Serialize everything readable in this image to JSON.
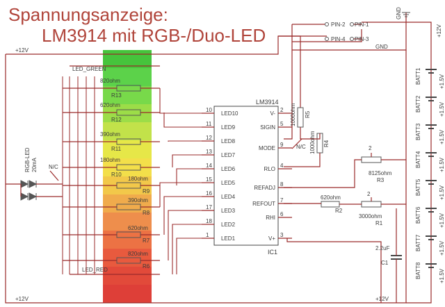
{
  "title": {
    "line1": "Spannungsanzeige:",
    "line2": "LM3914 mit RGB-/Duo-LED"
  },
  "colors": {
    "wire": "#9a2a2a",
    "title": "#b0443a",
    "band": [
      "#46c43c",
      "#5cd24a",
      "#78d94a",
      "#9cdd48",
      "#c2e24a",
      "#e6e748",
      "#f3df4a",
      "#f2c84a",
      "#f0ab4c",
      "#ee8e4c",
      "#ec7244",
      "#e85a3e",
      "#e24a3a",
      "#de3f38"
    ]
  },
  "rails": {
    "top_left": "+12V",
    "bottom_left": "+12V",
    "bottom_right": "+12V",
    "gnd_top": "GND",
    "gnd_right": "GND",
    "vplus_right": "+12V"
  },
  "led_labels": {
    "green": "LED_GREEN",
    "red": "LED_RED"
  },
  "rgb_led": {
    "name": "RGB-LED",
    "current": "20mA",
    "nc": "N/C"
  },
  "resistors": [
    {
      "value": "820ohm",
      "name": "R13"
    },
    {
      "value": "620ohm",
      "name": "R12"
    },
    {
      "value": "390ohm",
      "name": "R11"
    },
    {
      "value": "180ohm",
      "name": "R10"
    },
    {
      "value": "180ohm",
      "name": "R9"
    },
    {
      "value": "390ohm",
      "name": "R8"
    },
    {
      "value": "620ohm",
      "name": "R7"
    },
    {
      "value": "820ohm",
      "name": "R6"
    }
  ],
  "ic": {
    "name": "LM3914",
    "ref": "IC1",
    "left_pins": [
      {
        "num": "10",
        "label": "LED10"
      },
      {
        "num": "11",
        "label": "LED9"
      },
      {
        "num": "12",
        "label": "LED8"
      },
      {
        "num": "13",
        "label": "LED7"
      },
      {
        "num": "14",
        "label": "LED6"
      },
      {
        "num": "15",
        "label": "LED5"
      },
      {
        "num": "16",
        "label": "LED4"
      },
      {
        "num": "17",
        "label": "LED3"
      },
      {
        "num": "18",
        "label": "LED2"
      },
      {
        "num": "1",
        "label": "LED1"
      }
    ],
    "right_pins": [
      {
        "num": "2",
        "label": "V-"
      },
      {
        "num": "5",
        "label": "SIGIN"
      },
      {
        "num": "9",
        "label": "MODE"
      },
      {
        "num": "4",
        "label": "RLO"
      },
      {
        "num": "8",
        "label": "REFADJ"
      },
      {
        "num": "7",
        "label": "REFOUT"
      },
      {
        "num": "6",
        "label": "RHI"
      },
      {
        "num": "3",
        "label": "V+"
      }
    ],
    "mode_nc": "N/C"
  },
  "parts": {
    "r5": {
      "value": "1000ohm",
      "name": "R5"
    },
    "r4": {
      "value": "1000ohm",
      "name": "R4"
    },
    "r3": {
      "value": "8125ohm",
      "name": "R3"
    },
    "r2": {
      "value": "620ohm",
      "name": "R2"
    },
    "r1": {
      "value": "3000ohm",
      "name": "R1"
    },
    "c1": {
      "value": "2.2uF",
      "name": "C1"
    }
  },
  "pins": {
    "pin2": "PIN-2",
    "pin1": "PIN-1",
    "pin4": "PIN-4",
    "pin3": "PIN-3"
  },
  "batteries": [
    {
      "name": "BATT1",
      "voltage": "+1.5V"
    },
    {
      "name": "BATT2",
      "voltage": "+1.5V"
    },
    {
      "name": "BATT3",
      "voltage": "+1.5V"
    },
    {
      "name": "BATT4",
      "voltage": "+1.5V"
    },
    {
      "name": "BATT5",
      "voltage": "+1.5V"
    },
    {
      "name": "BATT6",
      "voltage": "+1.5V"
    },
    {
      "name": "BATT7",
      "voltage": "+1.5V"
    },
    {
      "name": "BATT8",
      "voltage": "+1.5V"
    }
  ]
}
